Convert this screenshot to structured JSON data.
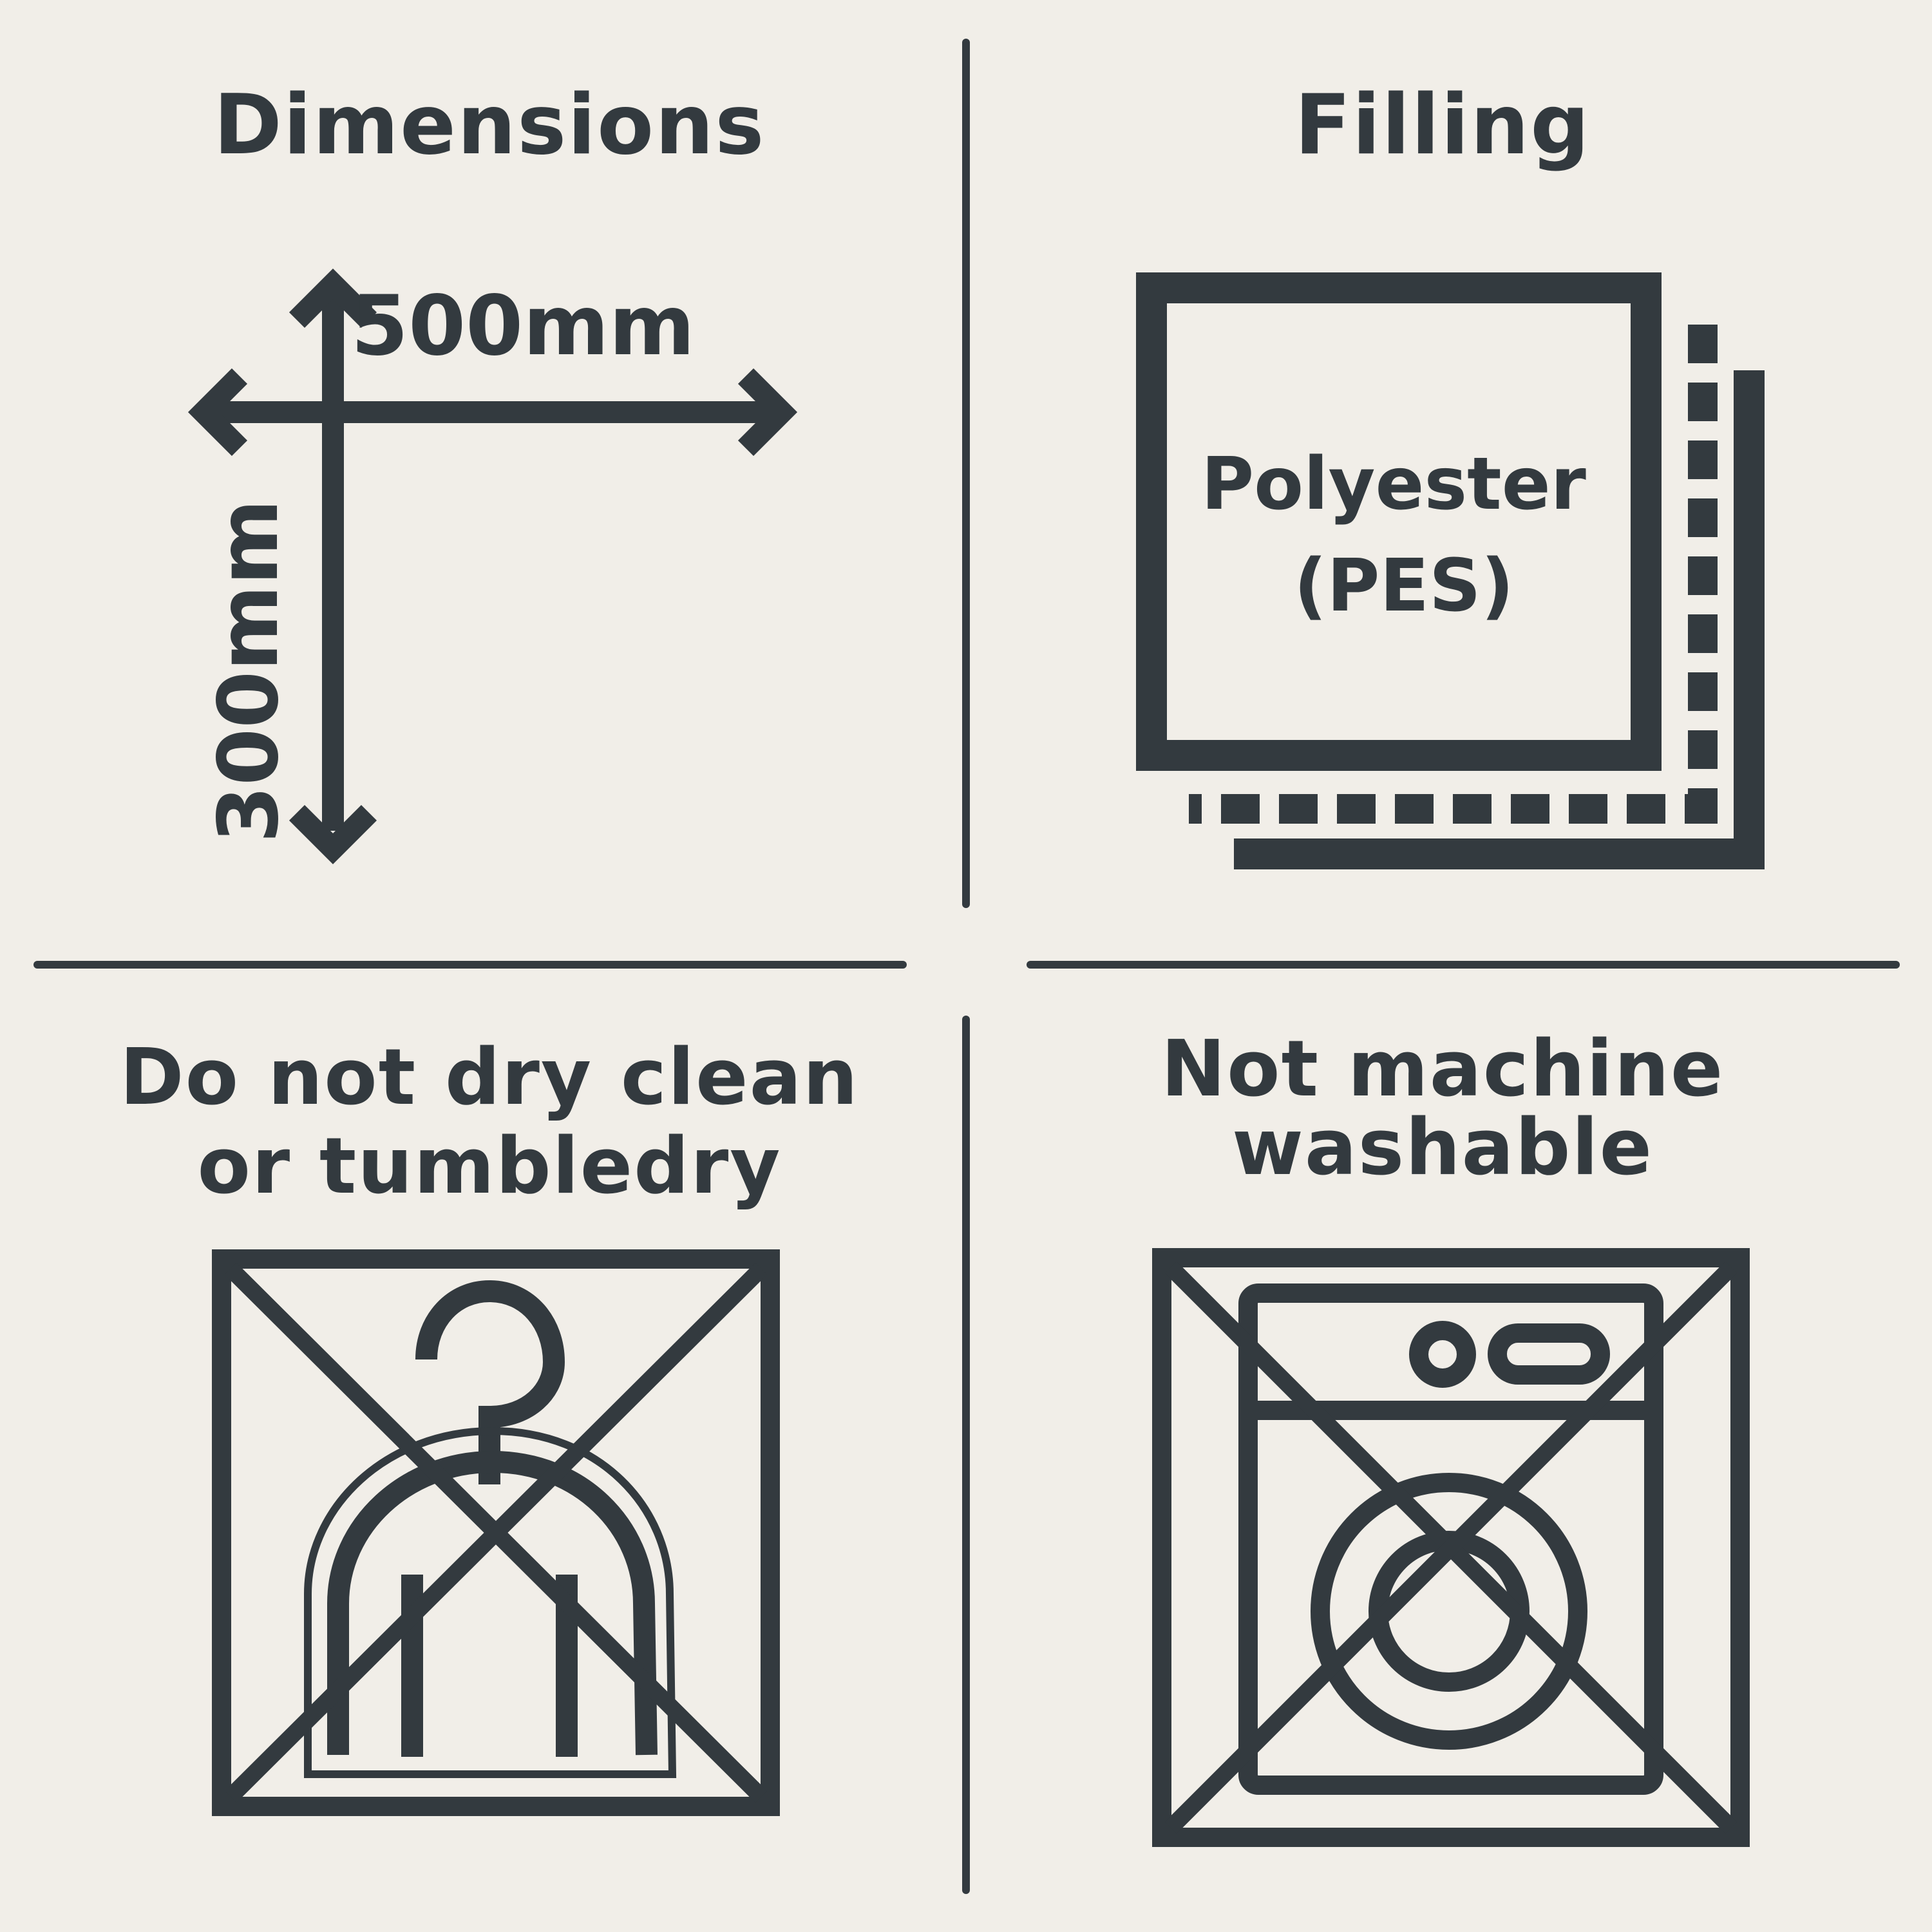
{
  "colors": {
    "background": "#f1eee8",
    "ink": "#333a3f"
  },
  "panels": {
    "dimensions": {
      "title": "Dimensions",
      "width_label": "500mm",
      "height_label": "300mm",
      "icon": "dimension-arrows-icon"
    },
    "filling": {
      "title": "Filling",
      "material_line1": "Polyester",
      "material_line2": "(PES)",
      "icon": "stacked-cushion-icon"
    },
    "dry_clean": {
      "title_line1": "Do not dry clean",
      "title_line2": "or tumbledry",
      "icon": "crossed-hanger-garment-icon"
    },
    "machine_wash": {
      "title_line1": "Not machine",
      "title_line2": "washable",
      "icon": "crossed-washing-machine-icon"
    }
  }
}
